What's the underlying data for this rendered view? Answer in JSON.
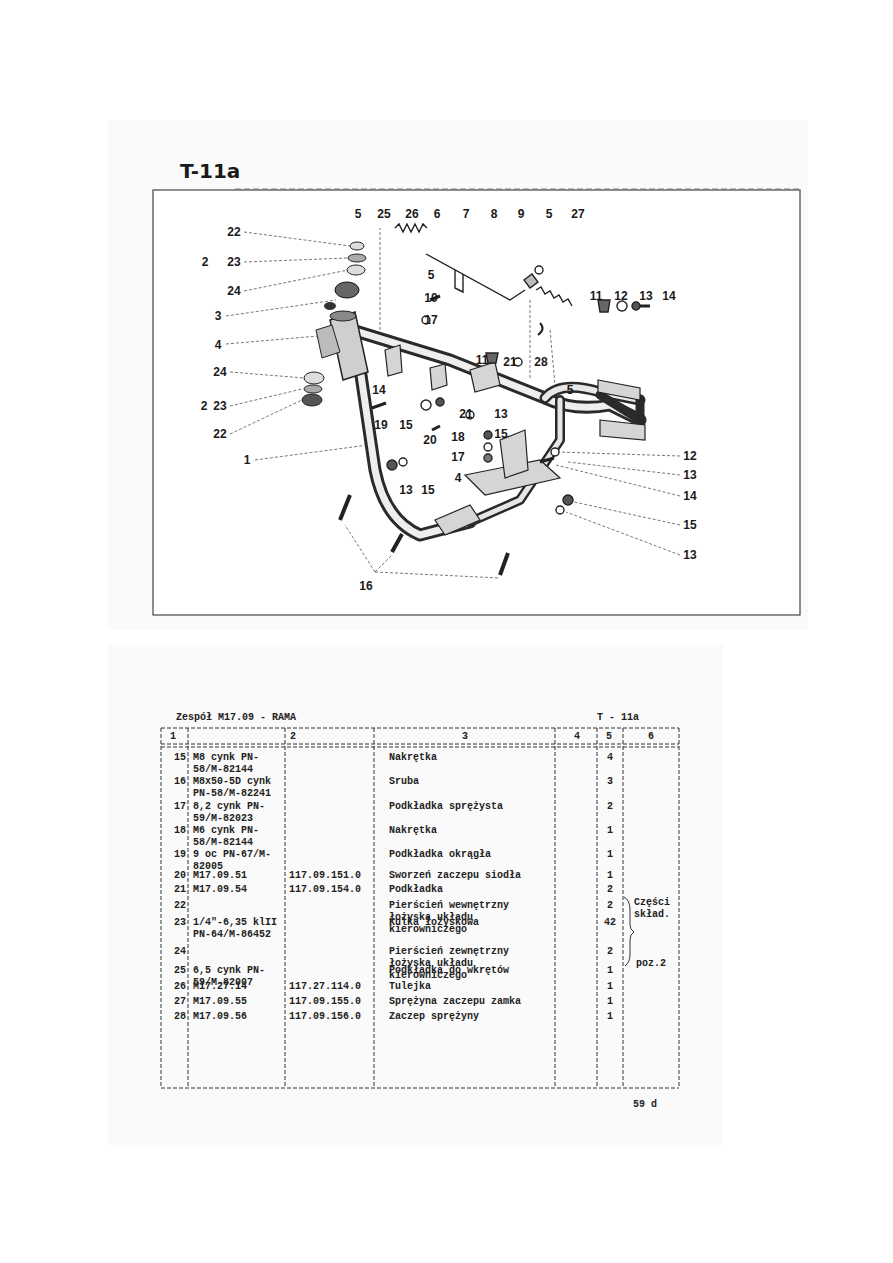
{
  "diagram": {
    "title": "T-11a",
    "labels": [
      "5",
      "25",
      "26",
      "6",
      "7",
      "8",
      "9",
      "5",
      "27",
      "22",
      "2",
      "23",
      "24",
      "3",
      "4",
      "5",
      "10",
      "17",
      "11",
      "12",
      "13",
      "14",
      "11",
      "21",
      "28",
      "5",
      "24",
      "2",
      "23",
      "22",
      "14",
      "19",
      "15",
      "20",
      "21",
      "13",
      "18",
      "15",
      "17",
      "4",
      "1",
      "13",
      "15",
      "12",
      "13",
      "14",
      "15",
      "13",
      "16",
      "Zespół M17.09 - RAMA",
      "T - 11a",
      "1",
      "2",
      "3",
      "4",
      "5",
      "6",
      "15",
      "M8 cynk PN-58/M-82144",
      "Nakrętka",
      "4",
      "16",
      "M8x50-5D cynk PN-58/M-82241",
      "Sruba",
      "3",
      "17",
      "8,2 cynk PN-59/M-82023",
      "Podkładka sprężysta",
      "2",
      "18",
      "M6 cynk PN-58/M-82144",
      "Nakrętka",
      "1",
      "19",
      "9 oc PN-67/M-82005",
      "Podkładka okrągła",
      "1",
      "20",
      "M17.09.51",
      "117.09.151.0",
      "Sworzeń zaczepu siodła",
      "1",
      "21",
      "M17.09.54",
      "117.09.154.0",
      "Podkładka",
      "2",
      "22",
      "Pierścień wewnętrzny łożyska układu kierowniczego",
      "2",
      "23",
      "1/4\"-6,35 klII PN-64/M-86452",
      "Kulka łożyskowa",
      "42",
      "24",
      "Pierścień zewnętrzny łożyska układu kierowniczego",
      "2",
      "25",
      "6,5 cynk PN-59/M-82007",
      "Podkładka do wkrętów",
      "1",
      "26",
      "M17.27.14",
      "117.27.114.0",
      "Tulejka",
      "1",
      "27",
      "M17.09.55",
      "117.09.155.0",
      "Sprężyna zaczepu zamka",
      "1",
      "28",
      "M17.09.56",
      "117.09.156.0",
      "Zaczep sprężyny",
      "1",
      "Części skład.",
      "poz.2",
      "59 d"
    ]
  }
}
